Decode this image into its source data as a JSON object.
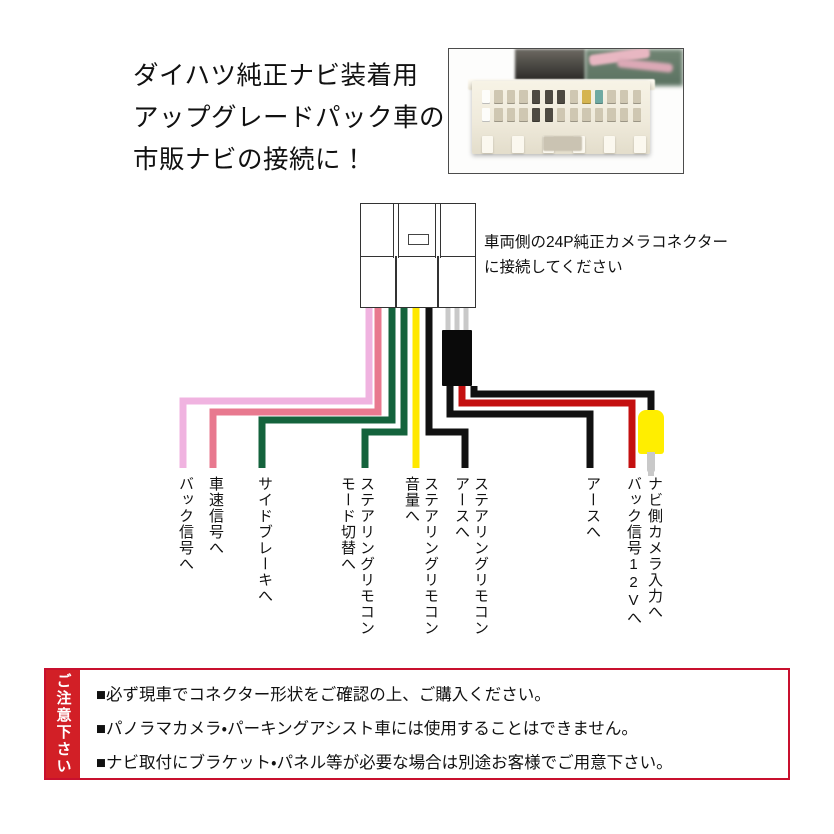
{
  "heading": {
    "line1": "ダイハツ純正ナビ装着用",
    "line2": "アップグレードパック車の",
    "line3": "市販ナビの接続に！"
  },
  "photo": {
    "alt": "24P純正カメラコネクター製品写真"
  },
  "connector": {
    "note_line1": "車両側の24P純正カメラコネクター",
    "note_line2": "に接続してください"
  },
  "wire_labels": [
    {
      "id": "back-signal",
      "text": "バック信号へ",
      "color": "#f0b3e0"
    },
    {
      "id": "speed-signal",
      "text": "車速信号へ",
      "color": "#e8798f"
    },
    {
      "id": "side-brake",
      "text": "サイドブレーキへ",
      "color": "#14633c"
    },
    {
      "id": "steering-mode",
      "text": "モード切替へ",
      "color": "#14633c",
      "text2": "ステアリングリモコン"
    },
    {
      "id": "steering-volume",
      "text": "音量へ",
      "color": "#ffe800",
      "text2": "ステアリングリモコン"
    },
    {
      "id": "steering-ground",
      "text": "アースへ",
      "color": "#111111",
      "text2": "ステアリングリモコン"
    },
    {
      "id": "ground",
      "text": "アースへ",
      "color": "#111111"
    },
    {
      "id": "back-signal-12v",
      "text": "バック信号12Vへ",
      "color": "#c41010"
    },
    {
      "id": "nav-camera-input",
      "text": "ナビ側カメラ入力へ",
      "color": "#c9c9c9"
    }
  ],
  "warning": {
    "tab": "ご注意下さい",
    "lines": [
      "■必ず現車でコネクター形状をご確認の上、ご購入ください。",
      "■パノラマカメラ・パーキングアシスト車には使用することはできません。",
      "■ナビ取付にブラケット・パネル等が必要な場合は別途お客様でご用意下さい。"
    ]
  },
  "colors": {
    "warning_red": "#d21f26",
    "warning_border": "#c8102e",
    "wire_pink_light": "#f0b3e0",
    "wire_pink": "#e8798f",
    "wire_green": "#14633c",
    "wire_yellow": "#ffe800",
    "wire_black": "#111111",
    "wire_red": "#c41010",
    "wire_gray": "#c9c9c9",
    "rca_yellow": "#ffee00"
  }
}
